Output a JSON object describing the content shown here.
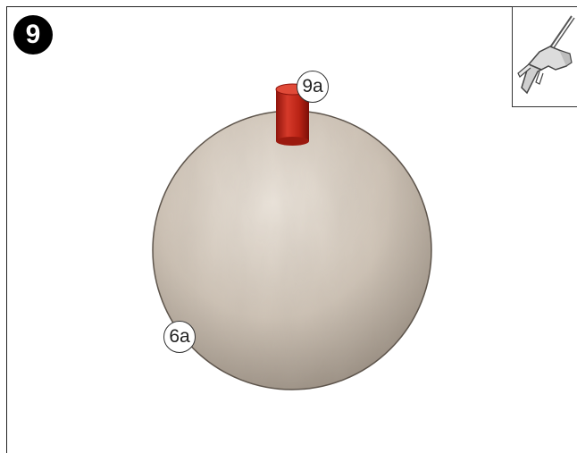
{
  "step": {
    "number": "9"
  },
  "tool": {
    "icon": "glue-gun-icon"
  },
  "labels": {
    "peg": "9a",
    "sphere": "6a"
  },
  "colors": {
    "sphere_light": "#ece5dc",
    "sphere_mid": "#cdc2b5",
    "sphere_dark": "#8e8377",
    "peg": "#c8281c"
  }
}
